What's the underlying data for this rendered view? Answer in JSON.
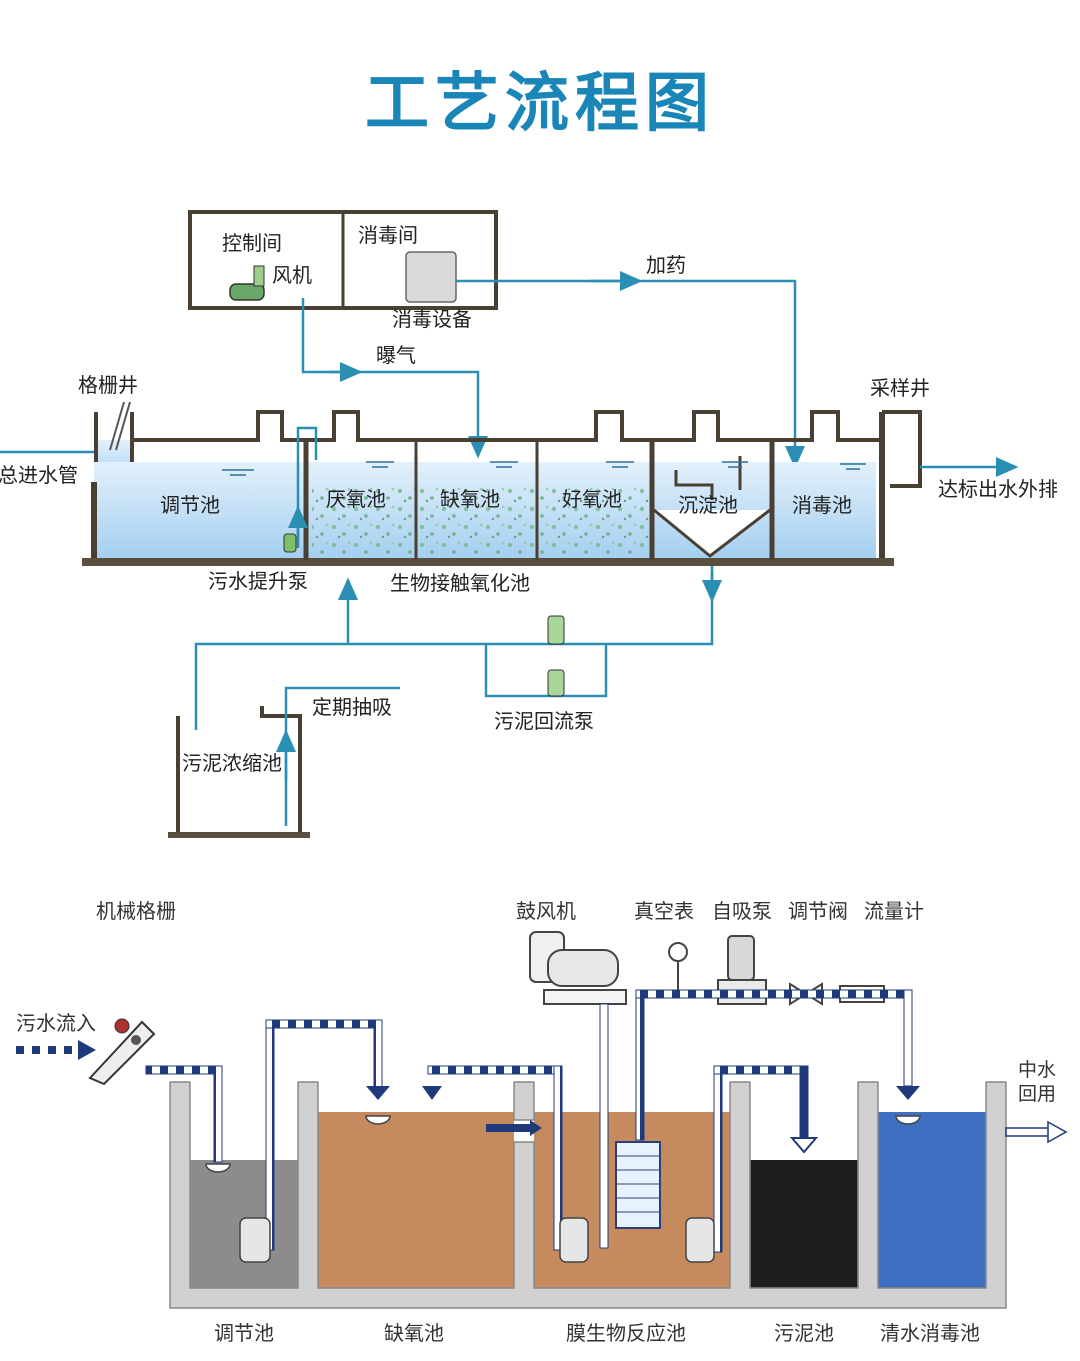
{
  "title": "工艺流程图",
  "colors": {
    "title": "#1a86b8",
    "pipe": "#2b8fb3",
    "water_top": "#cfe6f6",
    "water_bottom": "#9fcbef",
    "tank_wall": "#5a4f3f",
    "anoxic_fill": "#c58b5f",
    "grey_fill": "#8a8a8a",
    "sludge_fill": "#1e1e1e",
    "clean_fill": "#3f6fc0",
    "arrow_dark": "#1f3a7a"
  },
  "top": {
    "control_room": "控制间",
    "blower": "风机",
    "disinfect_room": "消毒间",
    "disinfect_equipment": "消毒设备",
    "dosing": "加药",
    "aeration": "曝气",
    "grid_well": "格栅井",
    "sampling_well": "采样井",
    "inlet": "总进水管",
    "outlet": "达标出水外排",
    "tanks": [
      "调节池",
      "厌氧池",
      "缺氧池",
      "好氧池",
      "沉淀池",
      "消毒池"
    ],
    "lift_pump": "污水提升泵",
    "bio_contact": "生物接触氧化池",
    "sludge_return_pump": "污泥回流泵",
    "periodic_pump": "定期抽吸",
    "sludge_thickener": "污泥浓缩池"
  },
  "bottom": {
    "screen": "机械格栅",
    "inflow": "污水流入",
    "blower": "鼓风机",
    "vacuum_gauge": "真空表",
    "self_priming_pump": "自吸泵",
    "control_valve": "调节阀",
    "flowmeter": "流量计",
    "reuse": "中水\n回用",
    "reuse_line1": "中水",
    "reuse_line2": "回用",
    "tanks": [
      "调节池",
      "缺氧池",
      "膜生物反应池",
      "污泥池",
      "清水消毒池"
    ]
  }
}
